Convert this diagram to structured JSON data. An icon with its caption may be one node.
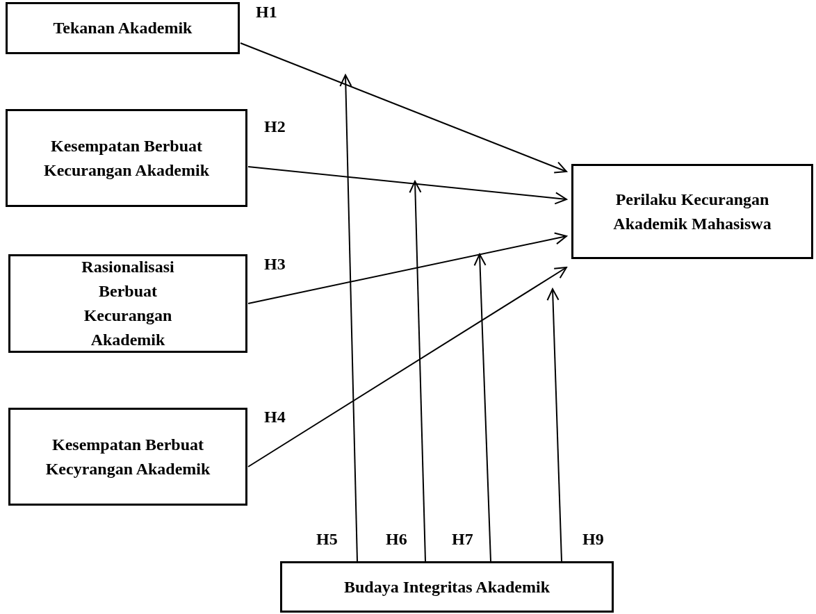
{
  "diagram": {
    "nodes": [
      {
        "text": [
          "Tekanan Akademik"
        ]
      },
      {
        "text": [
          "Kesempatan Berbuat Kecurangan Akademik"
        ]
      },
      {
        "text": [
          "Rasionalisasi Berbuat Kecurangan Akademik"
        ]
      },
      {
        "text": [
          "Kesempatan Berbuat Kecyrangan Akademik"
        ]
      },
      {
        "text": [
          "Perilaku Kecurangan Akademik Mahasiswa"
        ]
      },
      {
        "text": [
          "Budaya Integritas Akademik"
        ]
      }
    ],
    "edges": [
      {
        "from": 0,
        "to": 4,
        "arrow": "to"
      },
      {
        "from": 1,
        "to": 4,
        "arrow": "to"
      },
      {
        "from": 2,
        "to": 4,
        "arrow": "to"
      },
      {
        "from": 3,
        "to": 4,
        "arrow": "to"
      },
      {
        "from": 5,
        "to": null,
        "arrow": "to"
      },
      {
        "from": 5,
        "to": null,
        "arrow": "to"
      },
      {
        "from": 5,
        "to": null,
        "arrow": "to"
      },
      {
        "from": 5,
        "to": null,
        "arrow": "to"
      }
    ],
    "labels": [
      "H1",
      "H2",
      "H3",
      "H4",
      "H5",
      "H6",
      "H7",
      "H9"
    ]
  }
}
